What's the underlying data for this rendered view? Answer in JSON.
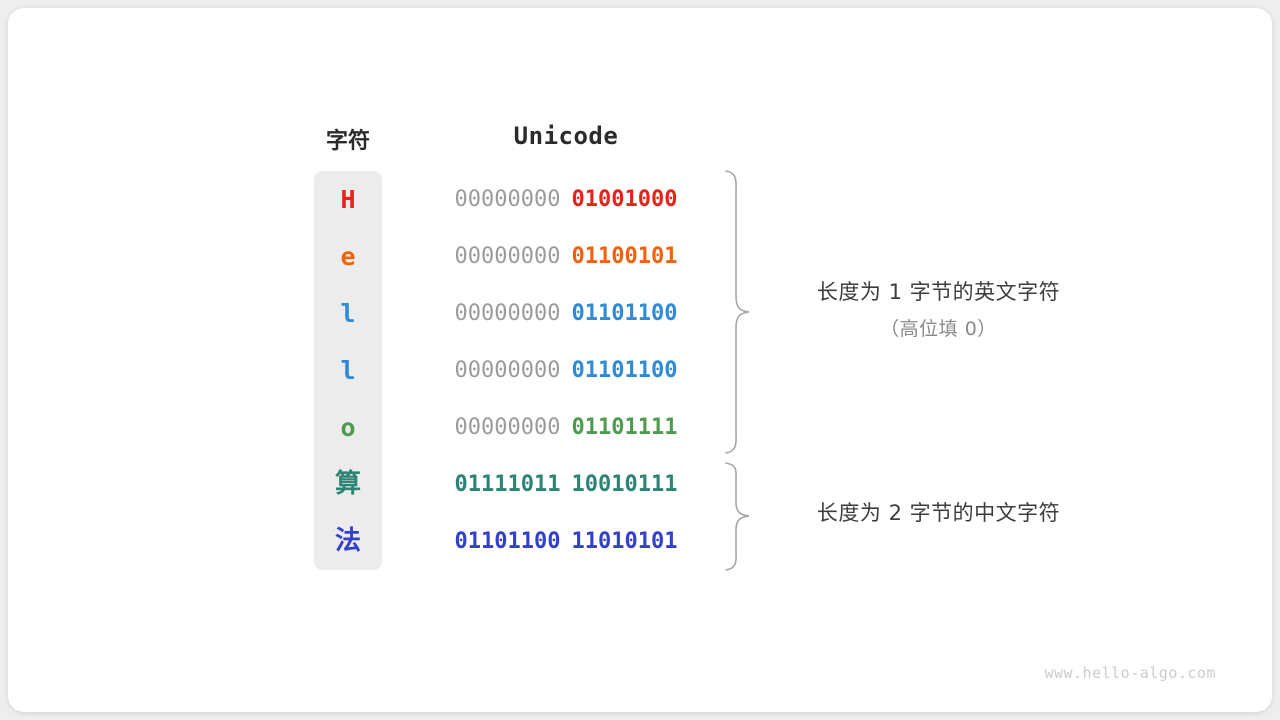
{
  "headers": {
    "char": "字符",
    "unicode": "Unicode"
  },
  "rows": [
    {
      "char": "H",
      "color": "#e8241a",
      "cjk": false,
      "high_byte": "00000000",
      "low_byte": "01001000"
    },
    {
      "char": "e",
      "color": "#f2610c",
      "cjk": false,
      "high_byte": "00000000",
      "low_byte": "01100101"
    },
    {
      "char": "l",
      "color": "#2f8ad8",
      "cjk": false,
      "high_byte": "00000000",
      "low_byte": "01101100"
    },
    {
      "char": "l",
      "color": "#2f8ad8",
      "cjk": false,
      "high_byte": "00000000",
      "low_byte": "01101100"
    },
    {
      "char": "o",
      "color": "#4e9a4e",
      "cjk": false,
      "high_byte": "00000000",
      "low_byte": "01101111"
    },
    {
      "char": "算",
      "color": "#2b8474",
      "cjk": true,
      "high_byte": "01111011",
      "low_byte": "10010111"
    },
    {
      "char": "法",
      "color": "#3340cc",
      "cjk": true,
      "high_byte": "01101100",
      "low_byte": "11010101"
    }
  ],
  "annotations": [
    {
      "line1": "长度为 1 字节的英文字符",
      "line2": "（高位填 0）"
    },
    {
      "line1": "长度为 2 字节的中文字符",
      "line2": ""
    }
  ],
  "footer": "www.hello-algo.com",
  "colors": {
    "column_bg": "#ececec",
    "high_byte": "#9b9b9b",
    "brace": "#9b9b9b",
    "card_bg": "#ffffff",
    "page_bg": "#eeeeee"
  }
}
